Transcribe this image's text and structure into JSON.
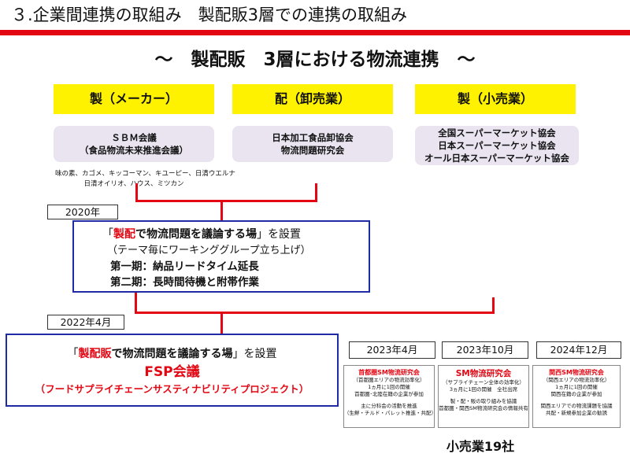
{
  "header": {
    "title": "３.企業間連携の取組み　製配販3層での連携の取組み"
  },
  "subtitle": "〜　製配販　3層における物流連携　〜",
  "tiers": [
    {
      "label": "製（メーカー）",
      "org_lines": [
        "ＳＢＭ会議",
        "（食品物流未来推進会議）"
      ]
    },
    {
      "label": "配（卸売業）",
      "org_lines": [
        "日本加工食品卸協会",
        "物流問題研究会"
      ]
    },
    {
      "label": "製（小売業）",
      "org_lines": [
        "全国スーパーマーケット協会",
        "日本スーパーマーケット協会",
        "オール日本スーパーマーケット協会"
      ]
    }
  ],
  "maker_members": [
    "味の素、カゴメ、キッコーマン、キユーピー、日清ウエルナ",
    "日清オイリオ、ハウス、ミツカン"
  ],
  "box2020": {
    "year": "2020年",
    "l1_q1": "「",
    "l1_em": "製配",
    "l1_bold": "で物流問題を議論する場",
    "l1_q2": "」を設置",
    "l2": "（テーマ毎にワーキンググループ立ち上げ）",
    "l3": "第一期：納品リードタイム延長",
    "l4": "第二期：長時間待機と附帯作業"
  },
  "box2022": {
    "year": "2022年4月",
    "l1_q1": "「",
    "l1_em": "製配販",
    "l1_bold": "で物流問題を議論する場",
    "l1_q2": "」を設置",
    "l2": "FSP会議",
    "l3": "（フードサプライチェーンサスティナビリティプロジェクト）"
  },
  "sm_groups": [
    {
      "year": "2023年4月",
      "name": "首都圏SM物流研究会",
      "lines": [
        "（首都圏エリアの物流効率化）",
        "1ヵ月に1回の開催",
        "首都圏･北陸在籍の企業が参加",
        "",
        "主に分科会の活動を推進",
        "（生鮮・チルド・パレット推進・共配）"
      ]
    },
    {
      "year": "2023年10月",
      "name": "SM物流研究会",
      "lines": [
        "（サプライチェーン全体の効率化）",
        "3ヵ月に1回の開催　全社出席",
        "",
        "製・配・販の取り組みを協議",
        "首都圏・関西SM物流研究会の情報共有"
      ]
    },
    {
      "year": "2024年12月",
      "name": "関西SM物流研究会",
      "lines": [
        "（関西エリアの物流効率化）",
        "1ヵ月に1回の開催",
        "関西在籍の企業が参加",
        "",
        "関西エリアでの物流課題を協議",
        "共配・新規参加企業の勧誘"
      ]
    }
  ],
  "retail_count": "小売業19社",
  "colors": {
    "accent_red": "#e30613",
    "tier_yellow": "#fff200",
    "org_lavender": "#e9e4f0",
    "box_blue": "#1f2aa5"
  }
}
